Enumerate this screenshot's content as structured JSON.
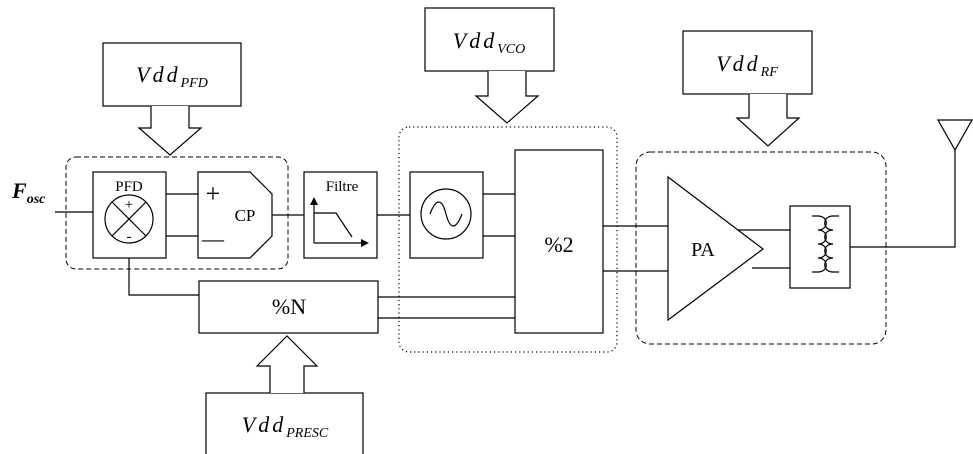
{
  "input_signal": {
    "main": "F",
    "sub": "osc"
  },
  "supplies": {
    "pfd": {
      "main": "Vdd",
      "sub": "PFD"
    },
    "vco": {
      "main": "Vdd",
      "sub": "VCO"
    },
    "rf": {
      "main": "Vdd",
      "sub": "RF"
    },
    "presc": {
      "main": "Vdd",
      "sub": "PRESC"
    }
  },
  "blocks": {
    "pfd_label": "PFD",
    "pfd_plus": "+",
    "pfd_minus": "-",
    "cp_label": "CP",
    "cp_plus": "+",
    "cp_minus": "—",
    "filter_label": "Filtre",
    "div2_label": "%2",
    "divn_label": "%N",
    "pa_label": "PA"
  }
}
